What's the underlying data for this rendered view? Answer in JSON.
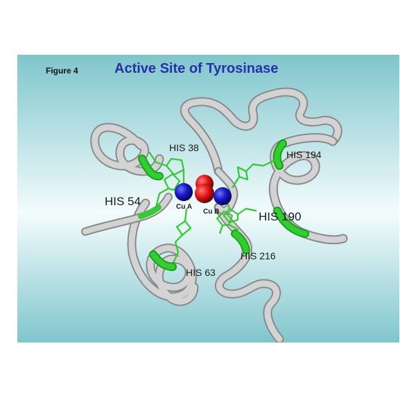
{
  "figure": {
    "label": "Figure 4",
    "title": "Active Site of Tyrosinase",
    "colors": {
      "background_top": "#7ec6cc",
      "background_mid": "#f2fbfc",
      "background_bottom": "#7ec6cc",
      "title": "#2a2faa",
      "ribbon": "#c9c9c9",
      "ribbon_highlight": "#22bb22",
      "histidine": "#2ccc2c",
      "copper": "#1414c8",
      "oxygen": "#e01818"
    },
    "residues": [
      {
        "name": "HIS 38"
      },
      {
        "name": "HIS 54"
      },
      {
        "name": "HIS 63"
      },
      {
        "name": "HIS 194"
      },
      {
        "name": "HIS 190"
      },
      {
        "name": "HIS 216"
      }
    ],
    "metals": [
      {
        "name": "Cu A"
      },
      {
        "name": "Cu B"
      }
    ]
  }
}
